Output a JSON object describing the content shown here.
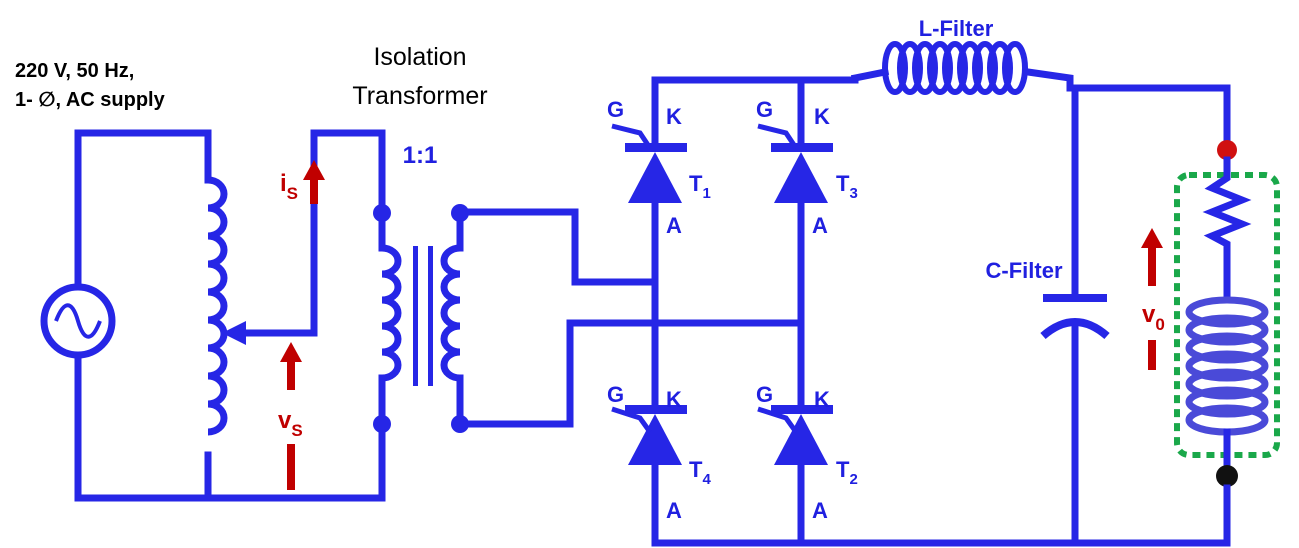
{
  "source": {
    "line1": "220 V, 50 Hz,",
    "line2": "1- ∅, AC supply"
  },
  "transformer": {
    "title_line1": "Isolation",
    "title_line2": "Transformer",
    "ratio": "1:1"
  },
  "labels": {
    "is_main": "i",
    "is_sub": "S",
    "vs_main": "v",
    "vs_sub": "S",
    "v0_main": "v",
    "v0_sub": "0",
    "l_filter": "L-Filter",
    "c_filter": "C-Filter"
  },
  "thyristors": [
    {
      "id": "T1",
      "gate": "G",
      "cathode": "K",
      "anode": "A",
      "name": "T",
      "sub": "1"
    },
    {
      "id": "T3",
      "gate": "G",
      "cathode": "K",
      "anode": "A",
      "name": "T",
      "sub": "3"
    },
    {
      "id": "T4",
      "gate": "G",
      "cathode": "K",
      "anode": "A",
      "name": "T",
      "sub": "4"
    },
    {
      "id": "T2",
      "gate": "G",
      "cathode": "K",
      "anode": "A",
      "name": "T",
      "sub": "2"
    }
  ],
  "colors": {
    "wire": "#2626e6",
    "arrow": "#c00000",
    "load_box": "#1aa84a"
  }
}
